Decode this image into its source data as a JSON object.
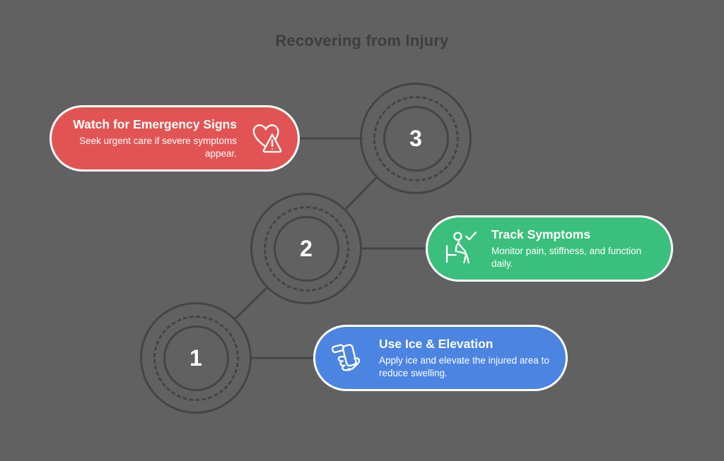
{
  "title": "Recovering from Injury",
  "colors": {
    "background": "#616161",
    "connector_line": "#454545",
    "title_text": "#3e3e3e",
    "card_text": "#ffffff",
    "card_border": "#ffffff",
    "step1_blue": "#4c84e2",
    "step2_green": "#3bbf7c",
    "step3_red": "#e25454"
  },
  "steps": [
    {
      "number": "1",
      "heading": "Use Ice & Elevation",
      "description": "Apply ice and elevate the injured area to reduce swelling.",
      "icon": "hand-holding-ice-pack-icon",
      "color": "#4c84e2"
    },
    {
      "number": "2",
      "heading": "Track Symptoms",
      "description": "Monitor pain, stiffness, and function daily.",
      "icon": "person-seated-check-icon",
      "color": "#3bbf7c"
    },
    {
      "number": "3",
      "heading": "Watch for Emergency Signs",
      "description": "Seek urgent care if severe symptoms appear.",
      "icon": "heart-warning-icon",
      "color": "#e25454"
    }
  ]
}
